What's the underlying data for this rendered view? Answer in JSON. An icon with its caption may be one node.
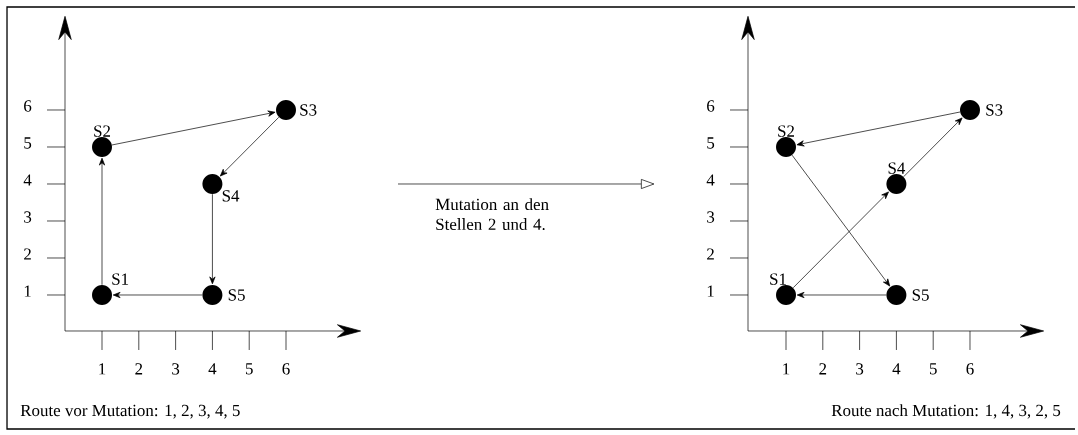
{
  "diagram": {
    "nodes": [
      {
        "text": [],
        "shape": "circle",
        "beside": [
          "S1"
        ]
      },
      {
        "text": [],
        "shape": "circle",
        "beside": [
          "S2"
        ]
      },
      {
        "text": [],
        "shape": "circle",
        "beside": [
          "S3"
        ]
      },
      {
        "text": [],
        "shape": "circle",
        "beside": [
          "S4"
        ]
      },
      {
        "text": [],
        "shape": "circle",
        "beside": [
          "S5"
        ]
      },
      {
        "text": [],
        "shape": "circle",
        "beside": [
          "S1"
        ]
      },
      {
        "text": [],
        "shape": "circle",
        "beside": [
          "S2"
        ]
      },
      {
        "text": [],
        "shape": "circle",
        "beside": [
          "S3"
        ]
      },
      {
        "text": [],
        "shape": "circle",
        "beside": [
          "S4"
        ]
      },
      {
        "text": [],
        "shape": "circle",
        "beside": [
          "S5"
        ]
      }
    ],
    "edges": [
      {
        "from": 0,
        "to": 1,
        "arrow": "to"
      },
      {
        "from": 1,
        "to": 2,
        "arrow": "to"
      },
      {
        "from": 2,
        "to": 3,
        "arrow": "to"
      },
      {
        "from": 3,
        "to": 4,
        "arrow": "to"
      },
      {
        "from": 4,
        "to": 0,
        "arrow": "to"
      },
      {
        "from": 5,
        "to": 8,
        "arrow": "to"
      },
      {
        "from": 8,
        "to": 7,
        "arrow": "to"
      },
      {
        "from": 7,
        "to": 6,
        "arrow": "to"
      },
      {
        "from": 6,
        "to": 9,
        "arrow": "to"
      },
      {
        "from": 9,
        "to": 5,
        "arrow": "to"
      }
    ],
    "labels": [
      "6",
      "5",
      "4",
      "3",
      "2",
      "1",
      "1",
      "2",
      "3",
      "4",
      "5",
      "6",
      "Route vor Mutation: 1, 2, 3, 4, 5",
      "Mutation an den Stellen 2 und 4.",
      "6",
      "5",
      "4",
      "3",
      "2",
      "1",
      "1",
      "2",
      "3",
      "4",
      "5",
      "6",
      "Route nach Mutation: 1, 4, 3, 2, 5"
    ]
  }
}
